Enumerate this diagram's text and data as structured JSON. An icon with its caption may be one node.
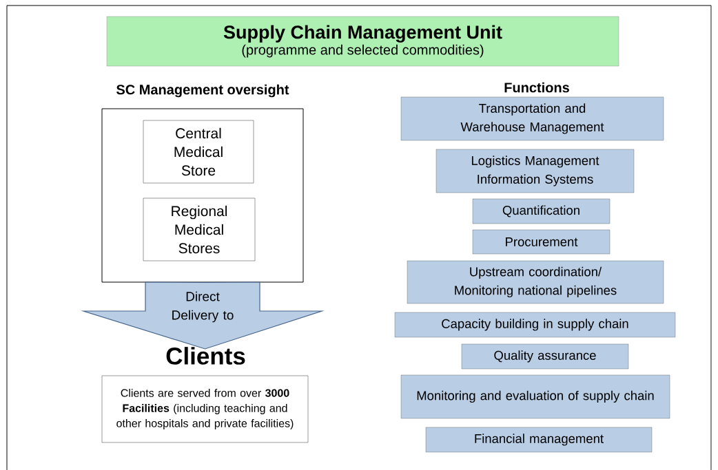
{
  "diagram": {
    "nodes": [
      {
        "text": [
          "Supply Chain Management Unit",
          "(programme and selected commodities)"
        ]
      },
      {
        "text": [
          "SC Management oversight"
        ]
      },
      {
        "text": [
          "Central Medical Store"
        ],
        "in": 1
      },
      {
        "text": [
          "Regional Medical Stores"
        ],
        "in": 1
      },
      {
        "text": [
          "Clients",
          "Clients are served from over **3000 Facilities** (including teaching and other hospitals and private facilities)"
        ]
      },
      {
        "text": [
          "Transportation  and Warehouse Management"
        ]
      },
      {
        "text": [
          "Logistics Management Information Systems"
        ]
      },
      {
        "text": [
          "Quantification"
        ]
      },
      {
        "text": [
          "Procurement"
        ]
      },
      {
        "text": [
          "Upstream coordination/ Monitoring national pipelines"
        ]
      },
      {
        "text": [
          "Capacity building in supply chain"
        ]
      },
      {
        "text": [
          "Quality assurance"
        ]
      },
      {
        "text": [
          "Monitoring and evaluation of supply chain"
        ]
      },
      {
        "text": [
          "Financial management"
        ]
      }
    ],
    "edges": [
      {
        "from": 1,
        "to": 4,
        "arrow": "to",
        "label": "Direct Delivery to"
      }
    ],
    "labels": [
      "Functions"
    ]
  }
}
